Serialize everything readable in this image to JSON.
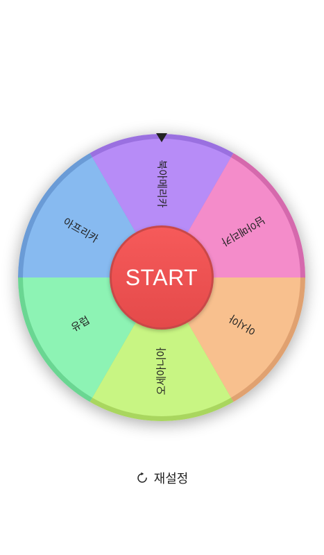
{
  "wheel": {
    "segments": [
      {
        "label": "북아메리카",
        "color": "#b78cf7",
        "rim": "#9a6fe0"
      },
      {
        "label": "남아메리카",
        "color": "#f48cca",
        "rim": "#d569ad"
      },
      {
        "label": "아시아",
        "color": "#f8c08e",
        "rim": "#e0a170"
      },
      {
        "label": "오세아니아",
        "color": "#c8f583",
        "rim": "#a9d65f"
      },
      {
        "label": "유럽",
        "color": "#8df3b4",
        "rim": "#6bd692"
      },
      {
        "label": "아프리카",
        "color": "#87baf0",
        "rim": "#6a9bd6"
      }
    ],
    "pointer_icon": "triangle-down-icon"
  },
  "start_button": {
    "label": "START",
    "color": "#ef5353"
  },
  "reset_button": {
    "label": "재설정",
    "icon": "refresh-icon"
  }
}
